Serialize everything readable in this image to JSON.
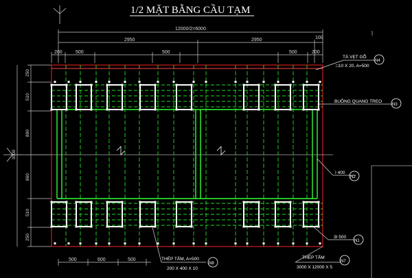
{
  "drawing": {
    "title": "1/2 MẶT BẰNG CẦU TẠM",
    "dimensions": {
      "overall": "12000/2=6000",
      "span_left": "2950",
      "span_right": "2950",
      "edge_100": "100",
      "top_segments": [
        "200",
        "500",
        "500",
        "500",
        "200"
      ],
      "left_side": [
        "250",
        "510",
        "890",
        "3000",
        "860",
        "510",
        "250"
      ],
      "bottom_segments": [
        "500",
        "600",
        "500"
      ]
    },
    "callouts": {
      "n4_label": "TÀ VẸT GỖ",
      "n4_spec": "□10 X 20, A=500",
      "n4_tag": "N4",
      "n3_label": "BUỒNG QUANG TREO",
      "n3_tag": "N3",
      "n2_label": "I 400",
      "n2_tag": "N2",
      "n1_label": "3I 500",
      "n1_tag": "N1",
      "n7_label": "THÉP TẤM",
      "n7_spec": "3000 X 12000 X 5",
      "n7_tag": "N7",
      "n8_label": "THÉP TẤM, A=500",
      "n8_spec": "200 X 400 X 10",
      "n8_tag": "N8"
    },
    "colors": {
      "background": "#000000",
      "outline": "#ff2020",
      "dash": "#22dd22",
      "white": "#ffffff",
      "dim": "#d0d0d0"
    }
  }
}
